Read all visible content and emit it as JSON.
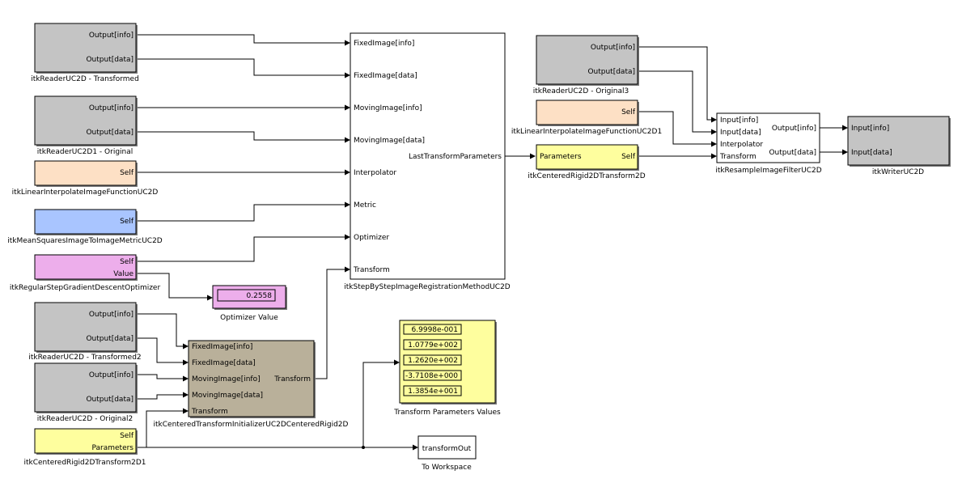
{
  "colors": {
    "gray": "#c4c4c4",
    "peach": "#fde0c5",
    "blue": "#a9c5ff",
    "pink": "#edaeeb",
    "yellow": "#fefe9e",
    "tan": "#b9b09a",
    "white": "#ffffff"
  },
  "blocks": {
    "reader_transformed": {
      "name": "itkReaderUC2D - Transformed",
      "out_info": "Output[info]",
      "out_data": "Output[data]"
    },
    "reader_original": {
      "name": "itkReaderUC2D1 - Original",
      "out_info": "Output[info]",
      "out_data": "Output[data]"
    },
    "interp1": {
      "name": "itkLinearInterpolateImageFunctionUC2D",
      "self": "Self"
    },
    "metric": {
      "name": "itkMeanSquaresImageToImageMetricUC2D",
      "self": "Self"
    },
    "optimizer": {
      "name": "itkRegularStepGradientDescentOptimizer",
      "self": "Self",
      "value": "Value"
    },
    "optimizer_value": {
      "name": "Optimizer Value",
      "display": "0.2558"
    },
    "reader_transformed2": {
      "name": "itkReaderUC2D - Transformed2",
      "out_info": "Output[info]",
      "out_data": "Output[data]"
    },
    "reader_original2": {
      "name": "itkReaderUC2D - Original2",
      "out_info": "Output[info]",
      "out_data": "Output[data]"
    },
    "initializer": {
      "name": "itkCenteredTransformInitializerUC2DCenteredRigid2D",
      "in_fixed_info": "FixedImage[info]",
      "in_fixed_data": "FixedImage[data]",
      "in_moving_info": "MovingImage[info]",
      "in_moving_data": "MovingImage[data]",
      "in_transform": "Transform",
      "out_transform": "Transform"
    },
    "rigid_transform1": {
      "name": "itkCenteredRigid2DTransform2D1",
      "self": "Self",
      "parameters": "Parameters"
    },
    "registration": {
      "name": "itkStepByStepImageRegistrationMethodUC2D",
      "in_fixed_info": "FixedImage[info]",
      "in_fixed_data": "FixedImage[data]",
      "in_moving_info": "MovingImage[info]",
      "in_moving_data": "MovingImage[data]",
      "in_interpolator": "Interpolator",
      "in_metric": "Metric",
      "in_optimizer": "Optimizer",
      "in_transform": "Transform",
      "out_last": "LastTransformParameters"
    },
    "param_values": {
      "name": "Transform Parameters Values",
      "values": [
        "6.9998e-001",
        "1.0779e+002",
        "1.2620e+002",
        "-3.7108e+000",
        "1.3854e+001"
      ]
    },
    "to_workspace": {
      "name": "To Workspace",
      "label": "transformOut"
    },
    "reader_original3": {
      "name": "itkReaderUC2D - Original3",
      "out_info": "Output[info]",
      "out_data": "Output[data]"
    },
    "interp2": {
      "name": "itkLinearInterpolateImageFunctionUC2D1",
      "self": "Self"
    },
    "rigid_transform2": {
      "name": "itkCenteredRigid2DTransform2D",
      "parameters": "Parameters",
      "self": "Self"
    },
    "resample": {
      "name": "itkResampleImageFilterUC2D",
      "in_info": "Input[info]",
      "in_data": "Input[data]",
      "in_interp": "Interpolator",
      "in_transform": "Transform",
      "out_info": "Output[info]",
      "out_data": "Output[data]"
    },
    "writer": {
      "name": "itkWriterUC2D",
      "in_info": "Input[info]",
      "in_data": "Input[data]"
    }
  }
}
